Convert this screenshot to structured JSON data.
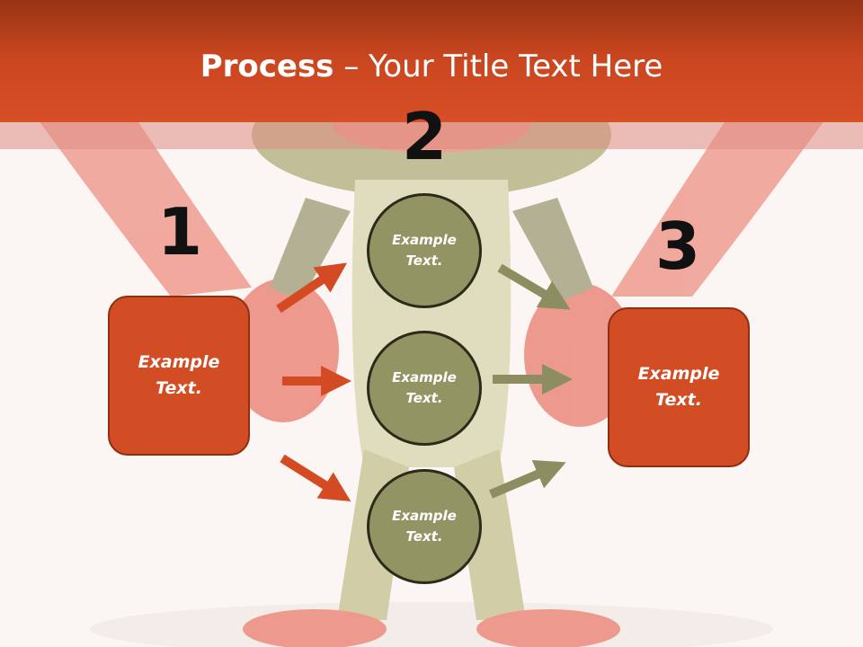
{
  "title": {
    "bold": "Process",
    "rest": " – Your Title Text Here"
  },
  "numbers": [
    "1",
    "2",
    "3"
  ],
  "left_box": {
    "line1": "Example",
    "line2": "Text."
  },
  "right_box": {
    "line1": "Example",
    "line2": "Text."
  },
  "circles": [
    {
      "line1": "Example",
      "line2": "Text."
    },
    {
      "line1": "Example",
      "line2": "Text."
    },
    {
      "line1": "Example",
      "line2": "Text."
    }
  ],
  "colors": {
    "header": "#d04a22",
    "box_fill": "#d24c24",
    "box_border": "#8e2e14",
    "circle_fill": "#939463",
    "circle_border": "#2b2b1a",
    "arrow_left": "#d44a22",
    "arrow_right": "#8c8d60",
    "number_text": "#111111"
  },
  "background_image": "frog-figure-illustration"
}
